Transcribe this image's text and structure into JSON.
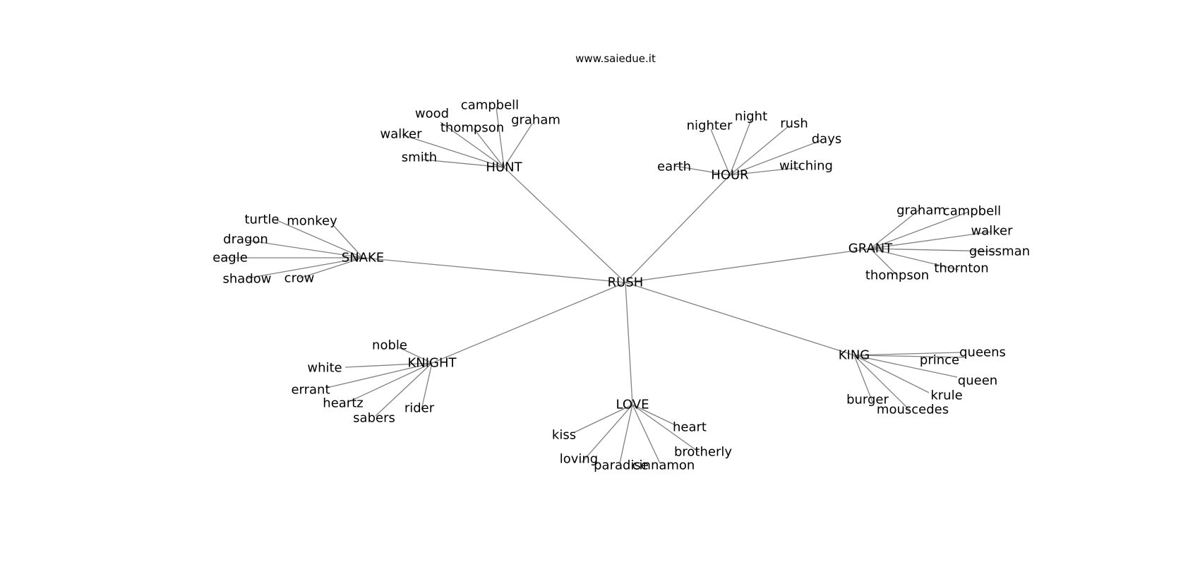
{
  "header": {
    "site": "www.saiedue.it"
  },
  "graph": {
    "center": "RUSH",
    "hubs": [
      {
        "label": "HUNT",
        "leaves": [
          "campbell",
          "wood",
          "thompson",
          "graham",
          "walker",
          "smith"
        ]
      },
      {
        "label": "HOUR",
        "leaves": [
          "nighter",
          "night",
          "rush",
          "days",
          "earth",
          "witching"
        ]
      },
      {
        "label": "GRANT",
        "leaves": [
          "graham",
          "campbell",
          "walker",
          "geissman",
          "thornton",
          "thompson"
        ]
      },
      {
        "label": "KING",
        "leaves": [
          "queens",
          "prince",
          "queen",
          "krule",
          "burger",
          "mouscedes"
        ]
      },
      {
        "label": "LOVE",
        "leaves": [
          "kiss",
          "heart",
          "brotherly",
          "loving",
          "paradise",
          "cinnamon"
        ]
      },
      {
        "label": "KNIGHT",
        "leaves": [
          "noble",
          "white",
          "errant",
          "heartz",
          "sabers",
          "rider"
        ]
      },
      {
        "label": "SNAKE",
        "leaves": [
          "turtle",
          "monkey",
          "dragon",
          "eagle",
          "shadow",
          "crow"
        ]
      }
    ]
  }
}
